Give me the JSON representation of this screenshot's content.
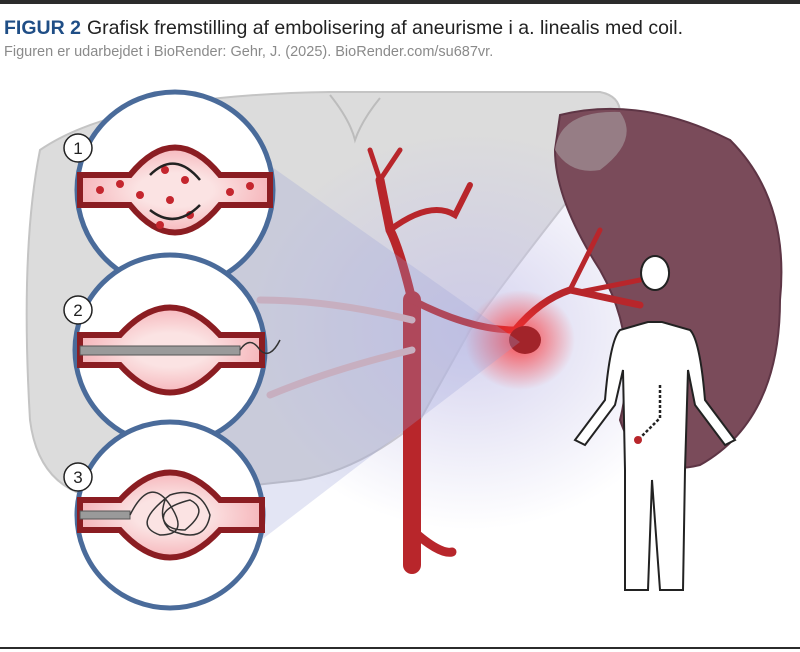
{
  "figure": {
    "label": "FIGUR 2",
    "title": "Grafisk fremstilling af embolisering af aneurisme i a. linealis med coil.",
    "credit": "Figuren er udarbejdet i BioRender: Gehr, J. (2025). BioRender.com/su687vr."
  },
  "steps": [
    {
      "number": "1"
    },
    {
      "number": "2"
    },
    {
      "number": "3"
    }
  ],
  "colors": {
    "label": "#1f4e86",
    "vessel": "#b8262b",
    "circle_border": "#4a6b9a",
    "spleen": "#7a4b5a"
  }
}
